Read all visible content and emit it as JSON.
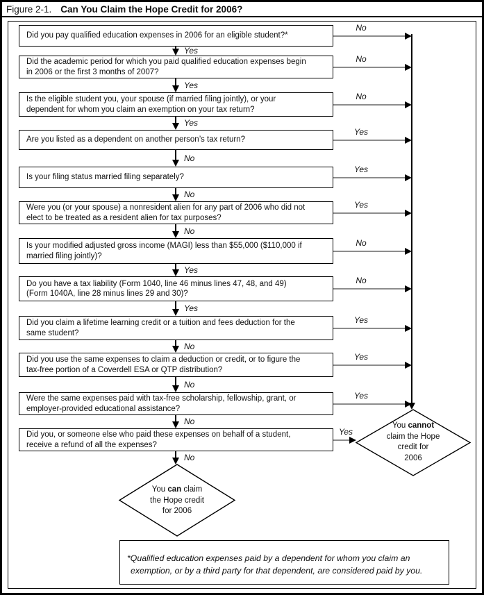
{
  "figure": {
    "label": "Figure 2-1.",
    "title": "Can You Claim the Hope Credit for 2006?"
  },
  "flow": {
    "boxes": [
      {
        "question": "Did you pay qualified education expenses in 2006 for an eligible student?*",
        "side_label": "No",
        "down_label": "Yes"
      },
      {
        "question": "Did the academic period for which you paid qualified education expenses begin in 2006 or the first 3 months of 2007?",
        "side_label": "No",
        "down_label": "Yes"
      },
      {
        "question": "Is the eligible student you, your spouse (if married filing jointly), or your dependent for whom you claim an exemption on your tax return?",
        "side_label": "No",
        "down_label": "Yes"
      },
      {
        "question": "Are you listed as a dependent on another person’s tax return?",
        "side_label": "Yes",
        "down_label": "No"
      },
      {
        "question": "Is your filing status married filing separately?",
        "side_label": "Yes",
        "down_label": "No"
      },
      {
        "question": "Were you (or your spouse) a nonresident alien for any part of 2006 who did not elect to be treated as a resident alien for tax purposes?",
        "side_label": "Yes",
        "down_label": "No"
      },
      {
        "question": "Is your modified adjusted gross income (MAGI) less than $55,000 ($110,000 if married filing jointly)?",
        "side_label": "No",
        "down_label": "Yes"
      },
      {
        "question": "Do you have a tax liability (Form 1040, line 46 minus lines 47, 48, and 49) (Form 1040A, line 28 minus lines 29 and 30)?",
        "side_label": "No",
        "down_label": "Yes"
      },
      {
        "question": "Did you claim a lifetime learning credit or a tuition and fees deduction for the same student?",
        "side_label": "Yes",
        "down_label": "No"
      },
      {
        "question": "Did you use the same expenses to claim a deduction or credit, or to figure the tax-free portion of a Coverdell ESA or QTP distribution?",
        "side_label": "Yes",
        "down_label": "No"
      },
      {
        "question": "Were the same expenses paid with tax-free scholarship, fellowship, grant, or employer-provided educational assistance?",
        "side_label": "Yes",
        "down_label": "No"
      },
      {
        "question": "Did you, or someone else who paid these expenses on behalf of a student, receive a refund of all the expenses?",
        "side_label": "Yes",
        "down_label": "No"
      }
    ],
    "can_diamond": {
      "lines": [
        {
          "segs": [
            {
              "t": "You "
            },
            {
              "t": "can",
              "b": true
            },
            {
              "t": " claim"
            }
          ]
        },
        {
          "segs": [
            {
              "t": "the Hope credit"
            }
          ]
        },
        {
          "segs": [
            {
              "t": "for 2006"
            }
          ]
        }
      ]
    },
    "cannot_diamond": {
      "lines": [
        {
          "segs": [
            {
              "t": "You "
            },
            {
              "t": "cannot",
              "b": true
            }
          ]
        },
        {
          "segs": [
            {
              "t": "claim the Hope"
            }
          ]
        },
        {
          "segs": [
            {
              "t": "credit for"
            }
          ]
        },
        {
          "segs": [
            {
              "t": "2006"
            }
          ]
        }
      ]
    }
  },
  "footnote": {
    "lines": [
      "*Qualified education expenses paid by a dependent for whom you claim an",
      "exemption, or by a third party for that dependent, are considered paid by you."
    ]
  },
  "colors": {
    "border": "#000000",
    "arrow_line": "#8c8c8c",
    "text": "#111111"
  }
}
